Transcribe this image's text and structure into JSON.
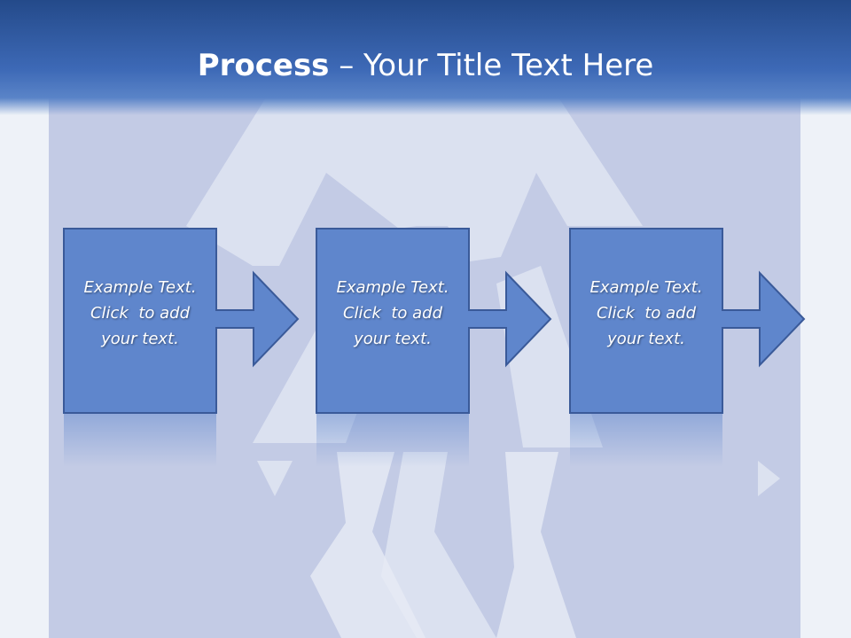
{
  "slide": {
    "title_bold": "Process",
    "title_rest": " – Your Title Text Here",
    "steps": [
      {
        "line1": "Example Text.",
        "line2": "Click  to add",
        "line3": "your text."
      },
      {
        "line1": "Example Text.",
        "line2": "Click  to add",
        "line3": "your text."
      },
      {
        "line1": "Example Text.",
        "line2": "Click  to add",
        "line3": "your text."
      }
    ]
  },
  "colors": {
    "title_bar": "#3d69b6",
    "panel": "#c5cde6",
    "box_fill": "#5f86cc",
    "box_border": "#3a5a99",
    "text": "#ffffff"
  }
}
